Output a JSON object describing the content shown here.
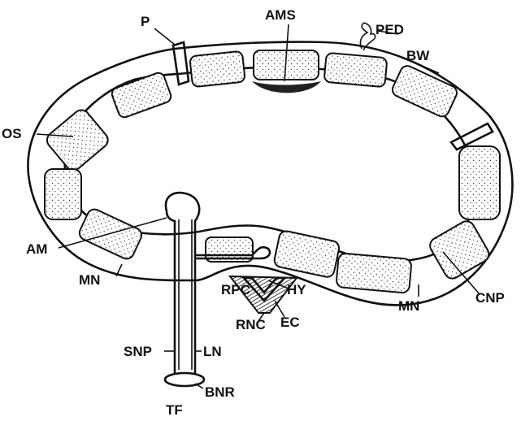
{
  "figure": {
    "labels": {
      "p": "P",
      "ams": "AMS",
      "ped": "PED",
      "bw": "BW",
      "os": "OS",
      "am": "AM",
      "mn_left": "MN",
      "mn_right": "MN",
      "rpc": "RPC",
      "hy": "HY",
      "ec": "EC",
      "rnc": "RNC",
      "cnp": "CNP",
      "snp": "SNP",
      "ln": "LN",
      "tf": "TF",
      "bnr": "BNR"
    }
  }
}
